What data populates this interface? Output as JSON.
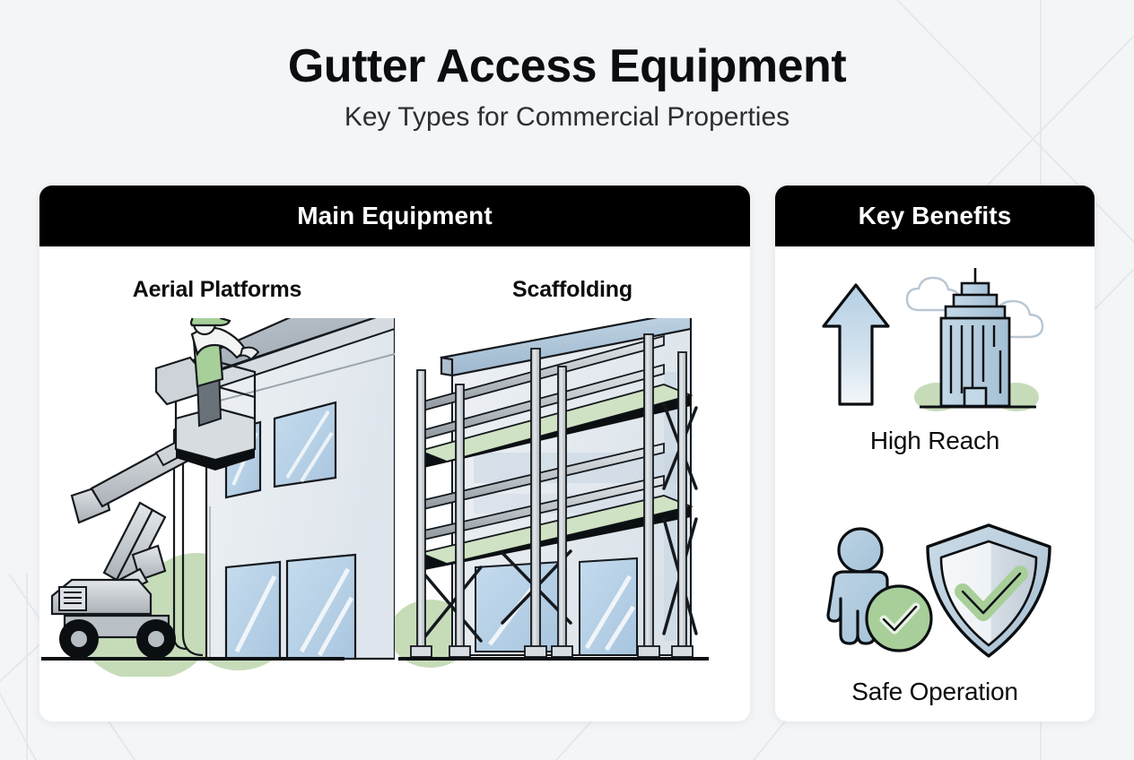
{
  "header": {
    "title": "Gutter Access Equipment",
    "subtitle": "Key Types for Commercial Properties"
  },
  "cards": {
    "main": {
      "heading": "Main Equipment",
      "panes": [
        {
          "title": "Aerial Platforms",
          "illustration": "boom-lift-worker-building"
        },
        {
          "title": "Scaffolding",
          "illustration": "scaffold-tower-building"
        }
      ]
    },
    "side": {
      "heading": "Key Benefits",
      "benefits": [
        {
          "label": "High Reach",
          "illustration": "up-arrow-skyscraper-clouds"
        },
        {
          "label": "Safe Operation",
          "illustration": "person-check-shield"
        }
      ]
    }
  },
  "colors": {
    "background": "#f3f5f7",
    "card_background": "#ffffff",
    "header_bar": "#000000",
    "header_text": "#ffffff",
    "title_text": "#0b0d0e",
    "accent_green": "#a8cf9a",
    "foliage_green": "#c6dcb9",
    "metal_gray": "#c9ced2",
    "glass_blue": "#b6cfe4",
    "outline": "#111418"
  }
}
